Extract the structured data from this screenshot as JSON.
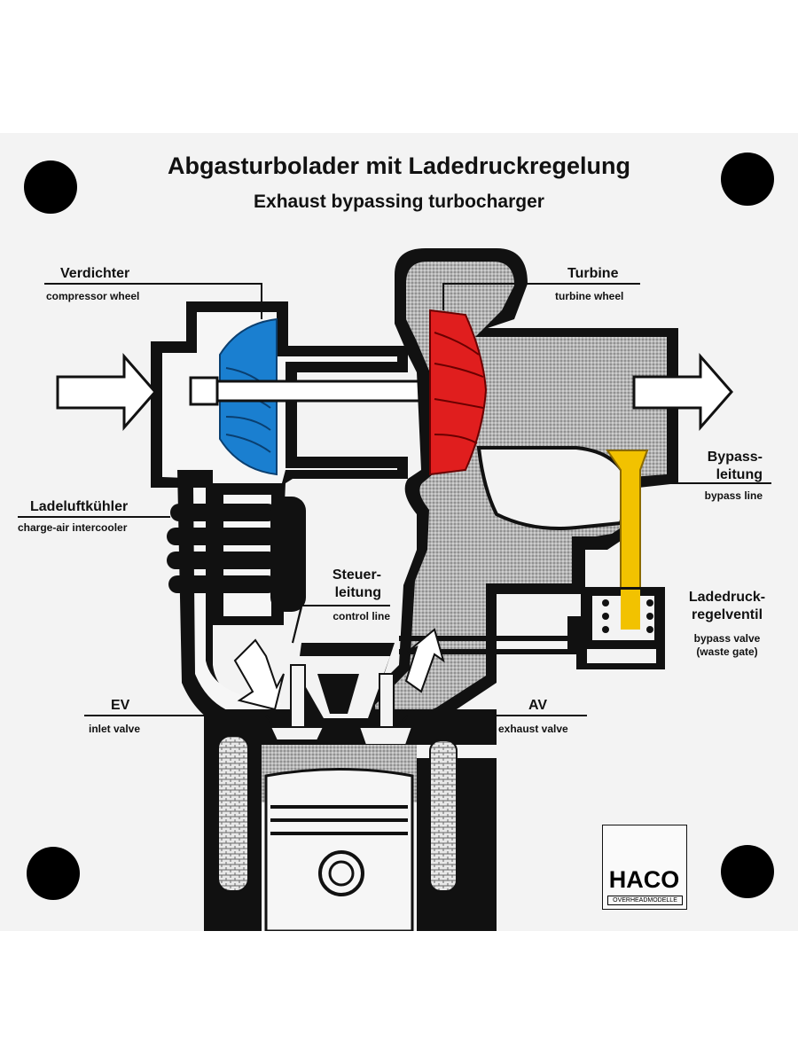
{
  "title": "Abgasturbolader mit Ladedruckregelung",
  "subtitle": "Exhaust bypassing turbocharger",
  "labels": {
    "verdichter": "Verdichter",
    "compressor_wheel": "compressor wheel",
    "turbine": "Turbine",
    "turbine_wheel": "turbine wheel",
    "ladeluftkuehler": "Ladeluftkühler",
    "charge_air_intercooler": "charge-air intercooler",
    "steuer_1": "Steuer-",
    "steuer_2": "leitung",
    "control_line": "control line",
    "bypass_1": "Bypass-",
    "bypass_2": "leitung",
    "bypass_line": "bypass line",
    "ladedruck_1": "Ladedruck-",
    "ladedruck_2": "regelventil",
    "bypass_valve": "bypass valve",
    "waste_gate": "(waste gate)",
    "ev": "EV",
    "inlet_valve": "inlet valve",
    "av": "AV",
    "exhaust_valve": "exhaust valve"
  },
  "logo": {
    "name": "HACO",
    "tagline": "OVERHEADMODELLE"
  },
  "colors": {
    "board": "#f3f3f3",
    "housing": "#111111",
    "compressor": "#1a7fd0",
    "turbine": "#e01e1e",
    "exhaust_fill": "#a9a9a9",
    "bypass": "#f2c200"
  }
}
